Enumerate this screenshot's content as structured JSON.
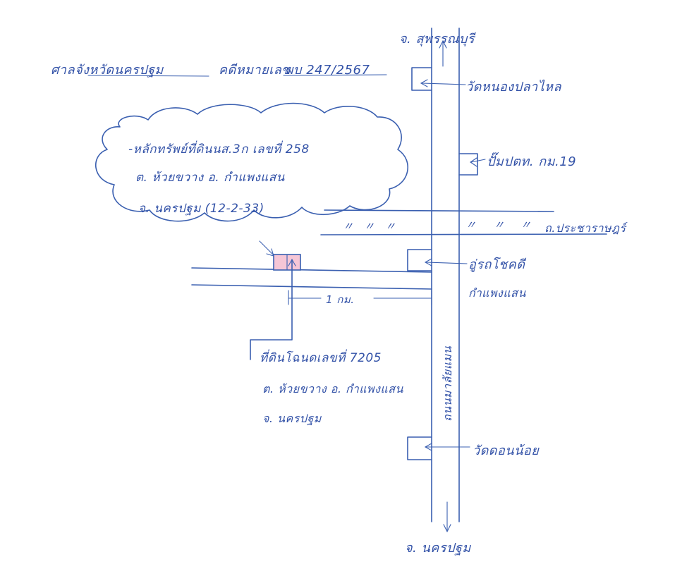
{
  "title": {
    "part1": "ศาลจังหวัดนครปฐม",
    "part2": "คดีหมายเลข",
    "part3": "ผบ 247/2567"
  },
  "labels": {
    "north_destination": "จ. สุพรรณบุรี",
    "south_destination": "จ. นครปฐม",
    "temple_north": "วัดหนองปลาไหล",
    "gas_station": "ปั๊มปตท. กม.19",
    "cross_road": "ถ.ประชาราษฎร์",
    "garage": "อู่รถโชคดี",
    "area_below_garage": "กำแพงแสน",
    "main_road": "ถนนมาลัยแมน",
    "distance": "1 กม.",
    "temple_south": "วัดดอนน้อย",
    "ditto_marks": [
      "〃",
      "〃",
      "〃",
      "〃",
      "〃",
      "〃"
    ]
  },
  "cloud_note": {
    "line1": "-หลักทรัพย์ที่ดินนส.3ก เลขที่ 258",
    "line2": "ต. ห้วยขวาง อ. กำแพงแสน",
    "line3": "จ. นครปฐม (12-2-33)"
  },
  "address_box": {
    "line1": "ที่ดินโฉนดเลขที่ 7205",
    "line2": "ต. ห้วยขวาง อ. กำแพงแสน",
    "line3": "จ. นครปฐม"
  },
  "colors": {
    "ink": "#3a5fb0",
    "property_fill": "#f6c6d6"
  }
}
